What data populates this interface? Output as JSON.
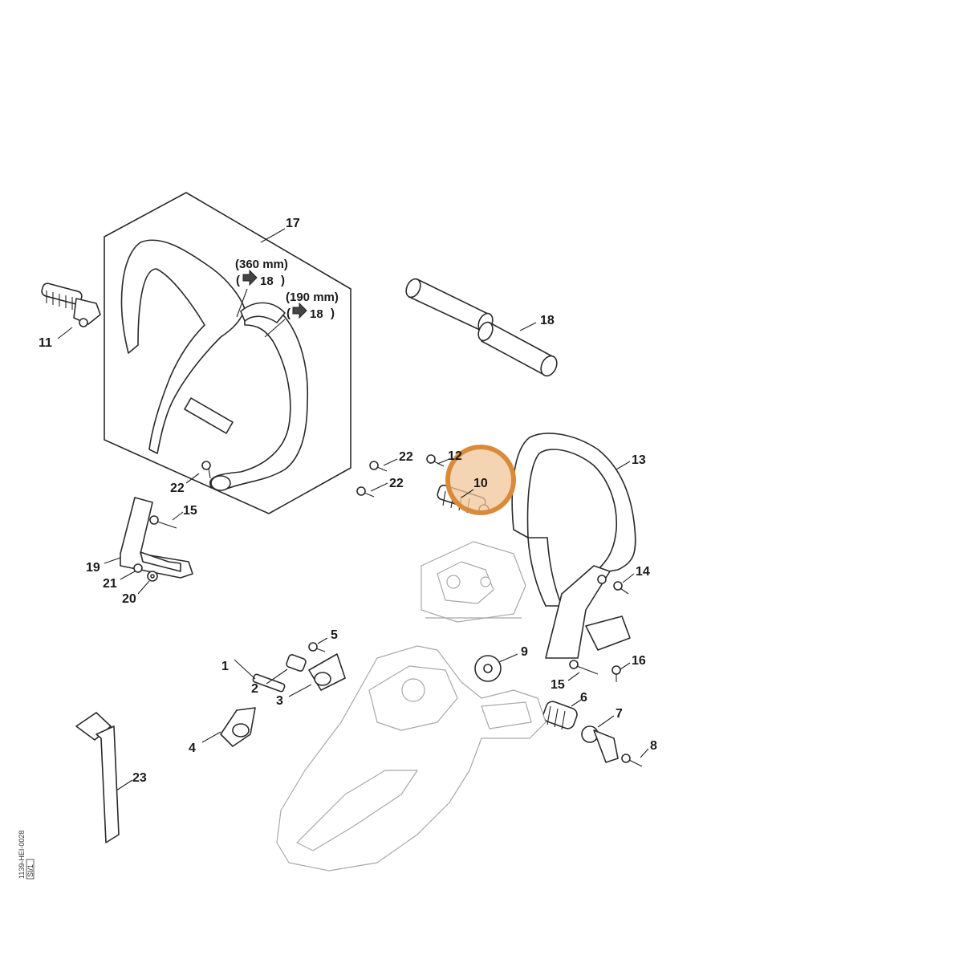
{
  "diagram": {
    "callouts": [
      {
        "id": "label-1",
        "text": "1"
      },
      {
        "id": "label-2",
        "text": "2"
      },
      {
        "id": "label-3",
        "text": "3"
      },
      {
        "id": "label-4",
        "text": "4"
      },
      {
        "id": "label-5",
        "text": "5"
      },
      {
        "id": "label-6",
        "text": "6"
      },
      {
        "id": "label-7",
        "text": "7"
      },
      {
        "id": "label-8",
        "text": "8"
      },
      {
        "id": "label-9",
        "text": "9"
      },
      {
        "id": "label-10",
        "text": "10"
      },
      {
        "id": "label-11",
        "text": "11"
      },
      {
        "id": "label-12",
        "text": "12"
      },
      {
        "id": "label-13",
        "text": "13"
      },
      {
        "id": "label-14",
        "text": "14"
      },
      {
        "id": "label-15a",
        "text": "15"
      },
      {
        "id": "label-15b",
        "text": "15"
      },
      {
        "id": "label-16",
        "text": "16"
      },
      {
        "id": "label-17",
        "text": "17"
      },
      {
        "id": "label-18",
        "text": "18"
      },
      {
        "id": "label-19",
        "text": "19"
      },
      {
        "id": "label-20",
        "text": "20"
      },
      {
        "id": "label-21",
        "text": "21"
      },
      {
        "id": "label-22a",
        "text": "22"
      },
      {
        "id": "label-22b",
        "text": "22"
      },
      {
        "id": "label-22c",
        "text": "22"
      },
      {
        "id": "label-23",
        "text": "23"
      }
    ],
    "notes": {
      "note_360": {
        "line1": "(360 mm)",
        "paren_open": "(",
        "ref": "18",
        "paren_close": ")"
      },
      "note_190": {
        "line1": "(190 mm)",
        "paren_open": "(",
        "ref": "18",
        "paren_close": ")"
      }
    },
    "drawing_ref": {
      "line1": "1139-HEI-0028",
      "line2": "SI/1"
    },
    "highlight": {
      "color": "#d98b3a",
      "fill": "#f2c69b",
      "target": "10"
    },
    "colors": {
      "line": "#2a2a2a",
      "ghost": "#a8a8a8",
      "background": "#ffffff"
    }
  }
}
